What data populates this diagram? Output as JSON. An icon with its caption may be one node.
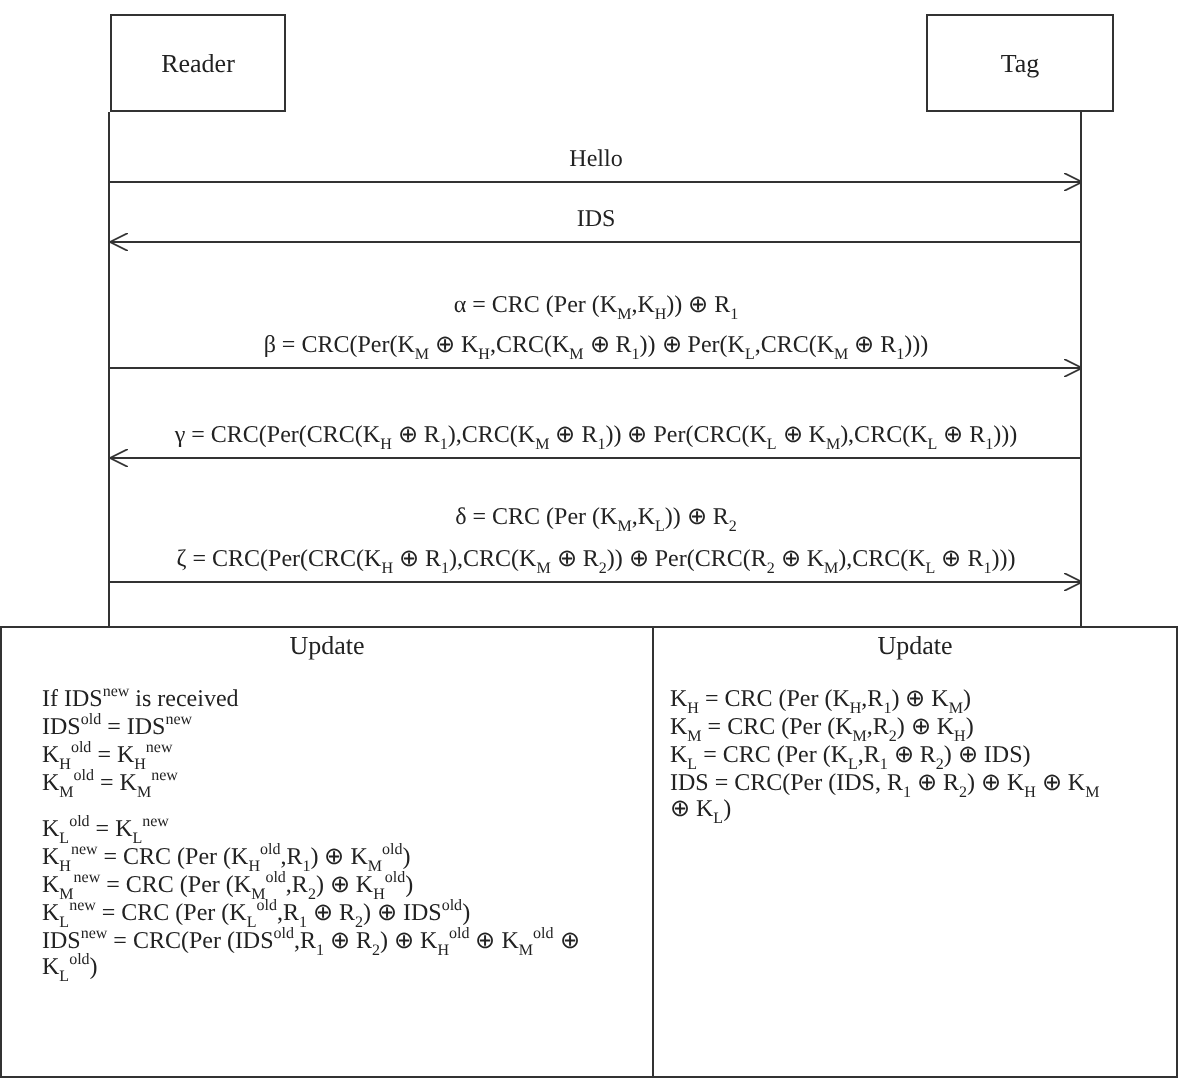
{
  "diagram": {
    "nodes": [
      {
        "text": [
          "Reader"
        ]
      },
      {
        "text": [
          "Tag"
        ]
      },
      {
        "text": [],
        "shape": "bar"
      },
      {
        "text": [],
        "shape": "bar"
      },
      {
        "text": [
          "Update",
          "If IDS$^{new}$ is received",
          "IDS$^{old}$ = IDS$^{new}$",
          "K$_{H}$$^{old}$ = K$_{H}$$^{new}$",
          "K$_{M}$$^{old}$ = K$_{M}$$^{new}$",
          "K$_{L}$$^{old}$ = K$_{L}$$^{new}$",
          "K$_{H}$$^{new}$ = CRC (Per (K$_{H}$$^{old}$,R$_{1}$) ⊕ K$_{M}$$^{old}$)",
          "K$_{M}$$^{new}$ = CRC (Per (K$_{M}$$^{old}$,R$_{2}$) ⊕ K$_{H}$$^{old}$)",
          "K$_{L}$$^{new}$ = CRC (Per (K$_{L}$$^{old}$,R$_{1}$ ⊕ R$_{2}$) ⊕ IDS$^{old}$)",
          "IDS$^{new}$ = CRC(Per (IDS$^{old}$,R$_{1}$ ⊕ R$_{2}$) ⊕ K$_{H}$$^{old}$ ⊕ K$_{M}$$^{old}$ ⊕ K$_{L}$$^{old}$)"
        ]
      },
      {
        "text": [
          "Update",
          "K$_{H}$ = CRC (Per (K$_{H}$,R$_{1}$) ⊕ K$_{M}$)",
          "K$_{M}$ = CRC (Per (K$_{M}$,R$_{2}$) ⊕ K$_{H}$)",
          "K$_{L}$ = CRC (Per (K$_{L}$,R$_{1}$ ⊕ R$_{2}$) ⊕ IDS)",
          "IDS = CRC(Per (IDS, R$_{1}$ ⊕ R$_{2}$) ⊕ K$_{H}$ ⊕ K$_{M}$ ⊕ K$_{L}$)"
        ]
      }
    ],
    "edges": [
      {
        "from": 2,
        "to": 3,
        "arrow": "to",
        "label": "Hello"
      },
      {
        "from": 3,
        "to": 2,
        "arrow": "to",
        "label": "IDS"
      },
      {
        "from": 2,
        "to": 3,
        "arrow": "to",
        "label": "β = CRC(Per(K$_{M}$ ⊕ K$_{H}$,CRC(K$_{M}$ ⊕ R$_{1}$)) ⊕ Per(K$_{L}$,CRC(K$_{M}$ ⊕ R$_{1}$)))"
      },
      {
        "from": 3,
        "to": 2,
        "arrow": "to",
        "label": "γ = CRC(Per(CRC(K$_{H}$ ⊕ R$_{1}$),CRC(K$_{M}$ ⊕ R$_{1}$)) ⊕ Per(CRC(K$_{L}$ ⊕ K$_{M}$),CRC(K$_{L}$ ⊕ R$_{1}$)))"
      },
      {
        "from": 2,
        "to": 3,
        "arrow": "to",
        "label": "ζ = CRC(Per(CRC(K$_{H}$ ⊕ R$_{1}$),CRC(K$_{M}$ ⊕ R$_{2}$)) ⊕ Per(CRC(R$_{2}$ ⊕ K$_{M}$),CRC(K$_{L}$ ⊕ R$_{1}$)))"
      }
    ],
    "labels": [
      "α = CRC (Per (K$_{M}$,K$_{H}$)) ⊕ R$_{1}$",
      "δ = CRC (Per (K$_{M}$,K$_{L}$)) ⊕ R$_{2}$"
    ]
  }
}
